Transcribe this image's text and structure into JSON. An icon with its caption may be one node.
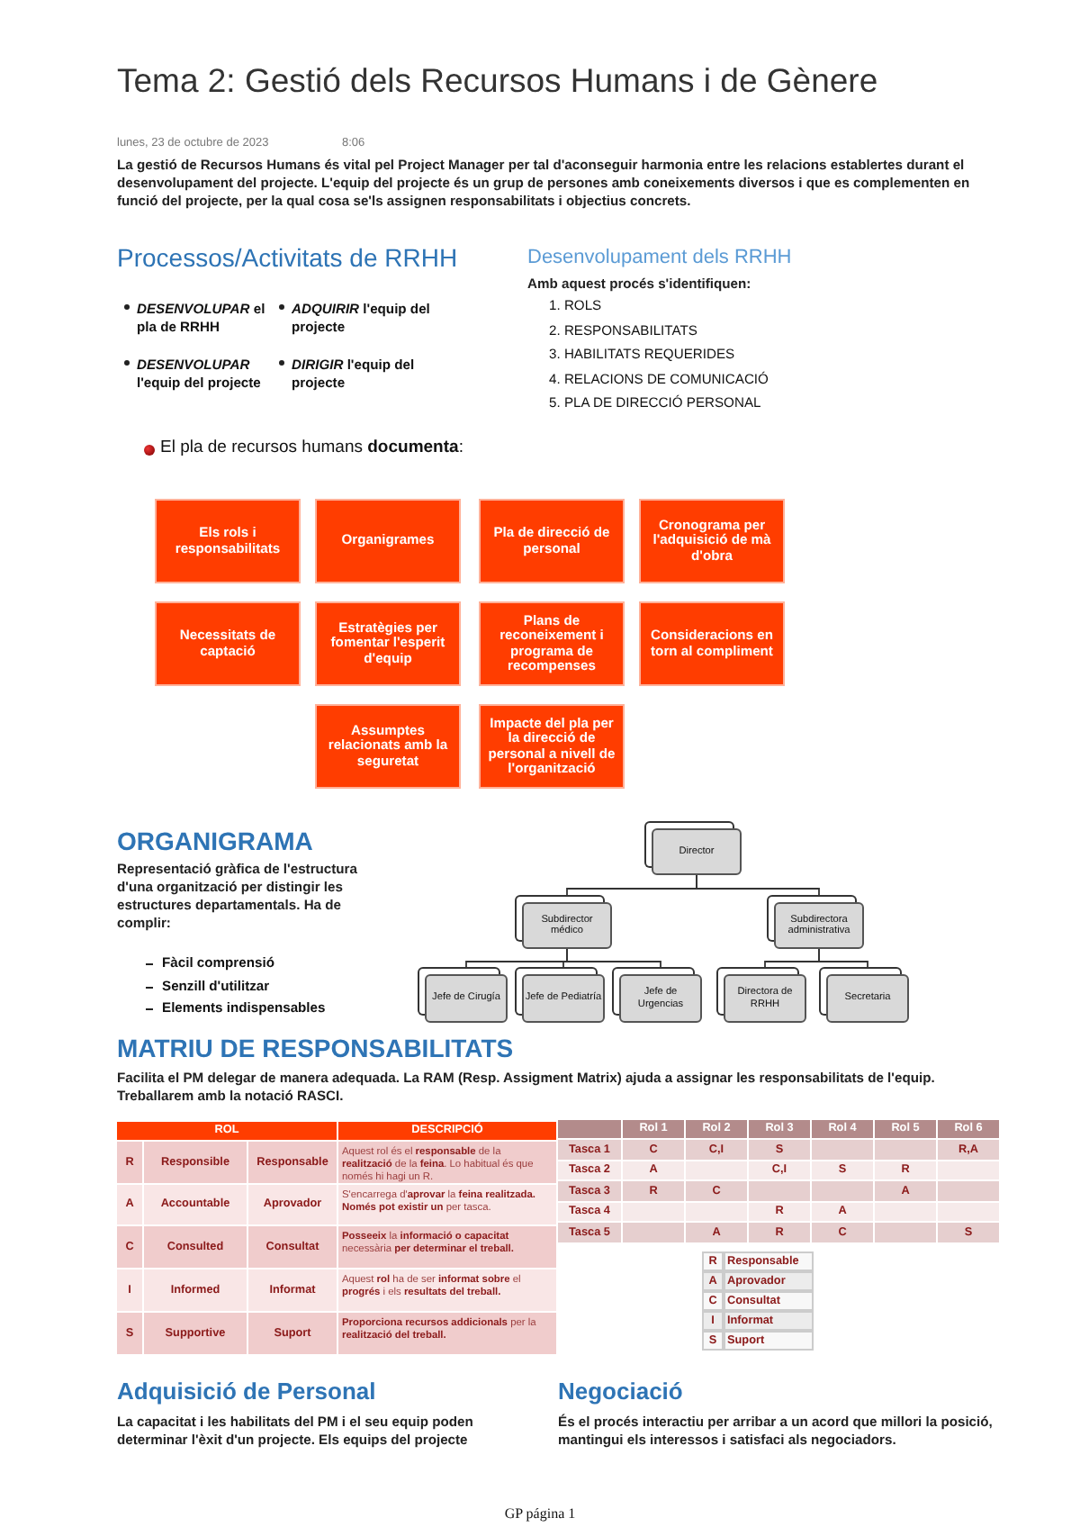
{
  "diagram": {
    "title": "Tema 2: Gestió dels Recursos Humans i de Gènere",
    "nodes": [
      {
        "text": [
          "Els rols i responsabilitats"
        ]
      },
      {
        "text": [
          "Organigrames"
        ]
      },
      {
        "text": [
          "Pla de direcció de personal"
        ]
      },
      {
        "text": [
          "Cronograma per l'adquisició de mà d'obra"
        ]
      },
      {
        "text": [
          "Necessitats de captació"
        ]
      },
      {
        "text": [
          "Estratègies per fomentar l'esperit d'equip"
        ]
      },
      {
        "text": [
          "Plans de reconeixement i programa de recompenses"
        ]
      },
      {
        "text": [
          "Consideracions en torn al compliment"
        ]
      },
      {
        "text": [
          "Assumptes relacionats amb la seguretat"
        ]
      },
      {
        "text": [
          "Impacte del pla per la direcció de personal a nivell de l'organització"
        ]
      },
      {
        "text": [
          "Director"
        ]
      },
      {
        "text": [
          "Subdirector médico"
        ]
      },
      {
        "text": [
          "Subdirectora administrativa"
        ]
      },
      {
        "text": [
          "Jefe de Cirugía"
        ]
      },
      {
        "text": [
          "Jefe de Pediatría"
        ]
      },
      {
        "text": [
          "Jefe de Urgencias"
        ]
      },
      {
        "text": [
          "Directora de RRHH"
        ]
      },
      {
        "text": [
          "Secretaria"
        ]
      }
    ],
    "edges": [
      {
        "from": 10,
        "to": 11,
        "arrow": "none"
      },
      {
        "from": 10,
        "to": 12,
        "arrow": "none"
      },
      {
        "from": 11,
        "to": 13,
        "arrow": "none"
      },
      {
        "from": 11,
        "to": 14,
        "arrow": "none"
      },
      {
        "from": 11,
        "to": 15,
        "arrow": "none"
      },
      {
        "from": 12,
        "to": 16,
        "arrow": "none"
      },
      {
        "from": 12,
        "to": 17,
        "arrow": "none"
      }
    ],
    "labels": [
      "lunes, 23 de octubre de 2023",
      "8:06",
      "La gestió de Recursos Humans és vital pel Project Manager per tal d'aconseguir harmonia entre les relacions establertes durant el desenvolupament del projecte. L'equip del projecte és un grup de persones amb coneixements diversos i que es complementen en funció del projecte, per la qual cosa se'ls assignen responsabilitats i objectius concrets.",
      "Processos/Activitats de RRHH",
      "*DESENVOLUPAR* el pla de RRHH",
      "*ADQUIRIR* l'equip del projecte",
      "*DESENVOLUPAR* l'equip del projecte",
      "*DIRIGIR* l'equip del projecte",
      "Desenvolupament dels RRHH",
      "Amb aquest procés s'identifiquen:",
      "1. ROLS",
      "2. RESPONSABILITATS",
      "3. HABILITATS REQUERIDES",
      "4. RELACIONS DE COMUNICACIÓ",
      "5. PLA DE DIRECCIÓ PERSONAL",
      "El pla de recursos humans **documenta**:",
      "ORGANIGRAMA",
      "Representació gràfica de l'estructura d'una organització per distingir les estructures departamentals. Ha de complir:",
      "Fàcil comprensió",
      "Senzill d'utilitzar",
      "Elements indispensables",
      "MATRIU DE RESPONSABILITATS",
      "Facilita el PM delegar de manera adequada. La RAM (Resp. Assigment Matrix) ajuda a assignar les responsabilitats de l'equip. Treballarem amb la notació RASCI.",
      "ROL",
      "DESCRIPCIÓ",
      "R",
      "Responsible",
      "Responsable",
      "Aquest rol és el **responsable** de la **realització** de la **feina**. Lo habitual és que només hi hagi un R.",
      "A",
      "Accountable",
      "Aprovador",
      "S'encarrega d'**aprovar** la **feina realitzada. Només pot existir un** per tasca.",
      "C",
      "Consulted",
      "Consultat",
      "**Posseeix** la **informació o capacitat** necessària **per determinar el treball.**",
      "I",
      "Informed",
      "Informat",
      "Aquest **rol** ha de ser **informat sobre** el **progrés** i els **resultats del treball.**",
      "S",
      "Supportive",
      "Suport",
      "**Proporciona recursos addicionals** per la **realització del treball.**",
      "Rol 1",
      "Rol 2",
      "Rol 3",
      "Rol 4",
      "Rol 5",
      "Rol 6",
      "Tasca 1",
      "C",
      "C,I",
      "S",
      "R,A",
      "Tasca 2",
      "A",
      "C,I",
      "S",
      "R",
      "Tasca 3",
      "R",
      "C",
      "A",
      "Tasca 4",
      "R",
      "A",
      "Tasca 5",
      "A",
      "R",
      "C",
      "S",
      "R",
      "Responsable",
      "A",
      "Aprovador",
      "C",
      "Consultat",
      "I",
      "Informat",
      "S",
      "Suport",
      "Adquisició de Personal",
      "La capacitat i les habilitats del PM i el seu equip poden determinar l'èxit d'un projecte. Els equips del projecte",
      "Negociació",
      "És el procés interactiu per arribar a un acord que millori la posició, mantingui els interessos i satisfaci als negociadors.",
      "GP página 1"
    ]
  }
}
